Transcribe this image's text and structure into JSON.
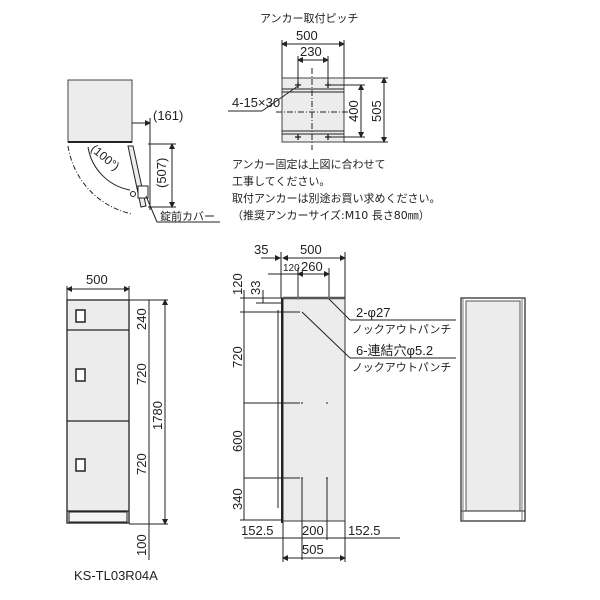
{
  "anchor_pitch": {
    "title": "アンカー取付ピッチ",
    "width_outer": "500",
    "width_inner": "230",
    "height_inner": "400",
    "height_outer": "505",
    "hole_label": "4-15×30"
  },
  "top_view": {
    "clearance": "(161)",
    "door_angle": "(100°)",
    "door_depth": "(507)",
    "lock_cover_label": "錠前カバー"
  },
  "notes": {
    "line1": "アンカー固定は上図に合わせて",
    "line2": "工事してください。",
    "line3": "取付アンカーは別途お買い求めください。",
    "line4": "（推奨アンカーサイズ:M10 長さ80㎜）"
  },
  "front_view": {
    "width": "500",
    "compartments": [
      "240",
      "720",
      "720"
    ],
    "total_height": "1780",
    "base_height": "100"
  },
  "side_view": {
    "offset_left": "35",
    "width_top": "500",
    "hole_offset_a": "120",
    "hole_offset_b": "260",
    "top_a": "120",
    "top_b": "33",
    "v1": "720",
    "v2": "600",
    "v3": "340",
    "bottom_left": "152.5",
    "bottom_mid": "200",
    "bottom_right": "152.5",
    "bottom_total": "505",
    "callout1_line1": "2-φ27",
    "callout1_line2": "ノックアウトパンチ",
    "callout2_line1": "6-連結穴φ5.2",
    "callout2_line2": "ノックアウトパンチ"
  },
  "model_number": "KS-TL03R04A"
}
